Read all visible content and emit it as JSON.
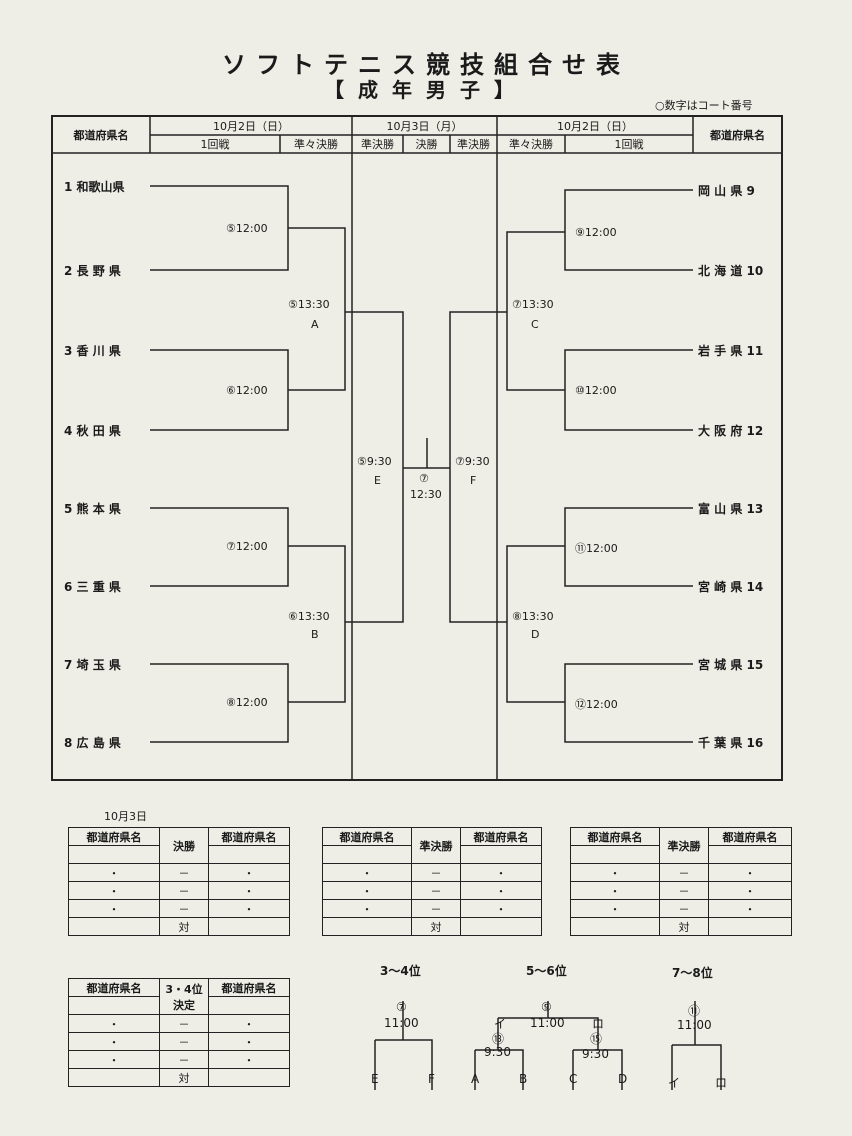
{
  "title": "ソフトテニス競技組合せ表",
  "subtitle": "【成年男子】",
  "note": "○数字はコート番号",
  "header": {
    "pref": "都道府県名",
    "date_left": "10月2日（日）",
    "date_mid": "10月3日（月）",
    "date_right": "10月2日（日）",
    "r1": "1回戦",
    "qf": "準々決勝",
    "sf": "準決勝",
    "f": "決勝"
  },
  "left_teams": [
    "1 和歌山県",
    "2 長 野 県",
    "3 香 川 県",
    "4 秋 田 県",
    "5 熊 本 県",
    "6 三 重 県",
    "7 埼 玉 県",
    "8 広 島 県"
  ],
  "right_teams": [
    "岡 山 県 9",
    "北 海 道 10",
    "岩 手 県 11",
    "大 阪 府 12",
    "富 山 県 13",
    "宮 崎 県 14",
    "宮 城 県 15",
    "千 葉 県 16"
  ],
  "matches": {
    "l1": "⑤12:00",
    "l2": "⑥12:00",
    "l3": "⑦12:00",
    "l4": "⑧12:00",
    "lA": "⑤13:30",
    "A": "A",
    "lB": "⑥13:30",
    "B": "B",
    "lE": "⑤9:30",
    "E": "E",
    "fin_court": "⑦",
    "fin_time": "12:30",
    "rF": "⑦9:30",
    "F": "F",
    "r1": "⑨12:00",
    "r2": "⑩12:00",
    "r3": "⑪12:00",
    "r4": "⑫12:00",
    "rC": "⑦13:30",
    "C": "C",
    "rD": "⑧13:30",
    "D": "D"
  },
  "results": {
    "date": "10月3日",
    "pref": "都道府県名",
    "final": "決勝",
    "semi": "準決勝",
    "third": "3・4位決定",
    "dot": "・",
    "dash": "－",
    "vs": "対"
  },
  "placement": {
    "p34": "3～4位",
    "p34_court": "⑦",
    "p34_time": "11:00",
    "p56": "5～6位",
    "p56_court": "⑨",
    "p56_time": "11:00",
    "i": "イ",
    "ro": "ロ",
    "i_court": "⑬",
    "i_time": "9:30",
    "ro_court": "⑮",
    "ro_time": "9:30",
    "p78": "7～8位",
    "p78_court": "⑪",
    "p78_time": "11:00",
    "E": "E",
    "F": "F",
    "A": "A",
    "B": "B",
    "C": "C",
    "D": "D"
  }
}
